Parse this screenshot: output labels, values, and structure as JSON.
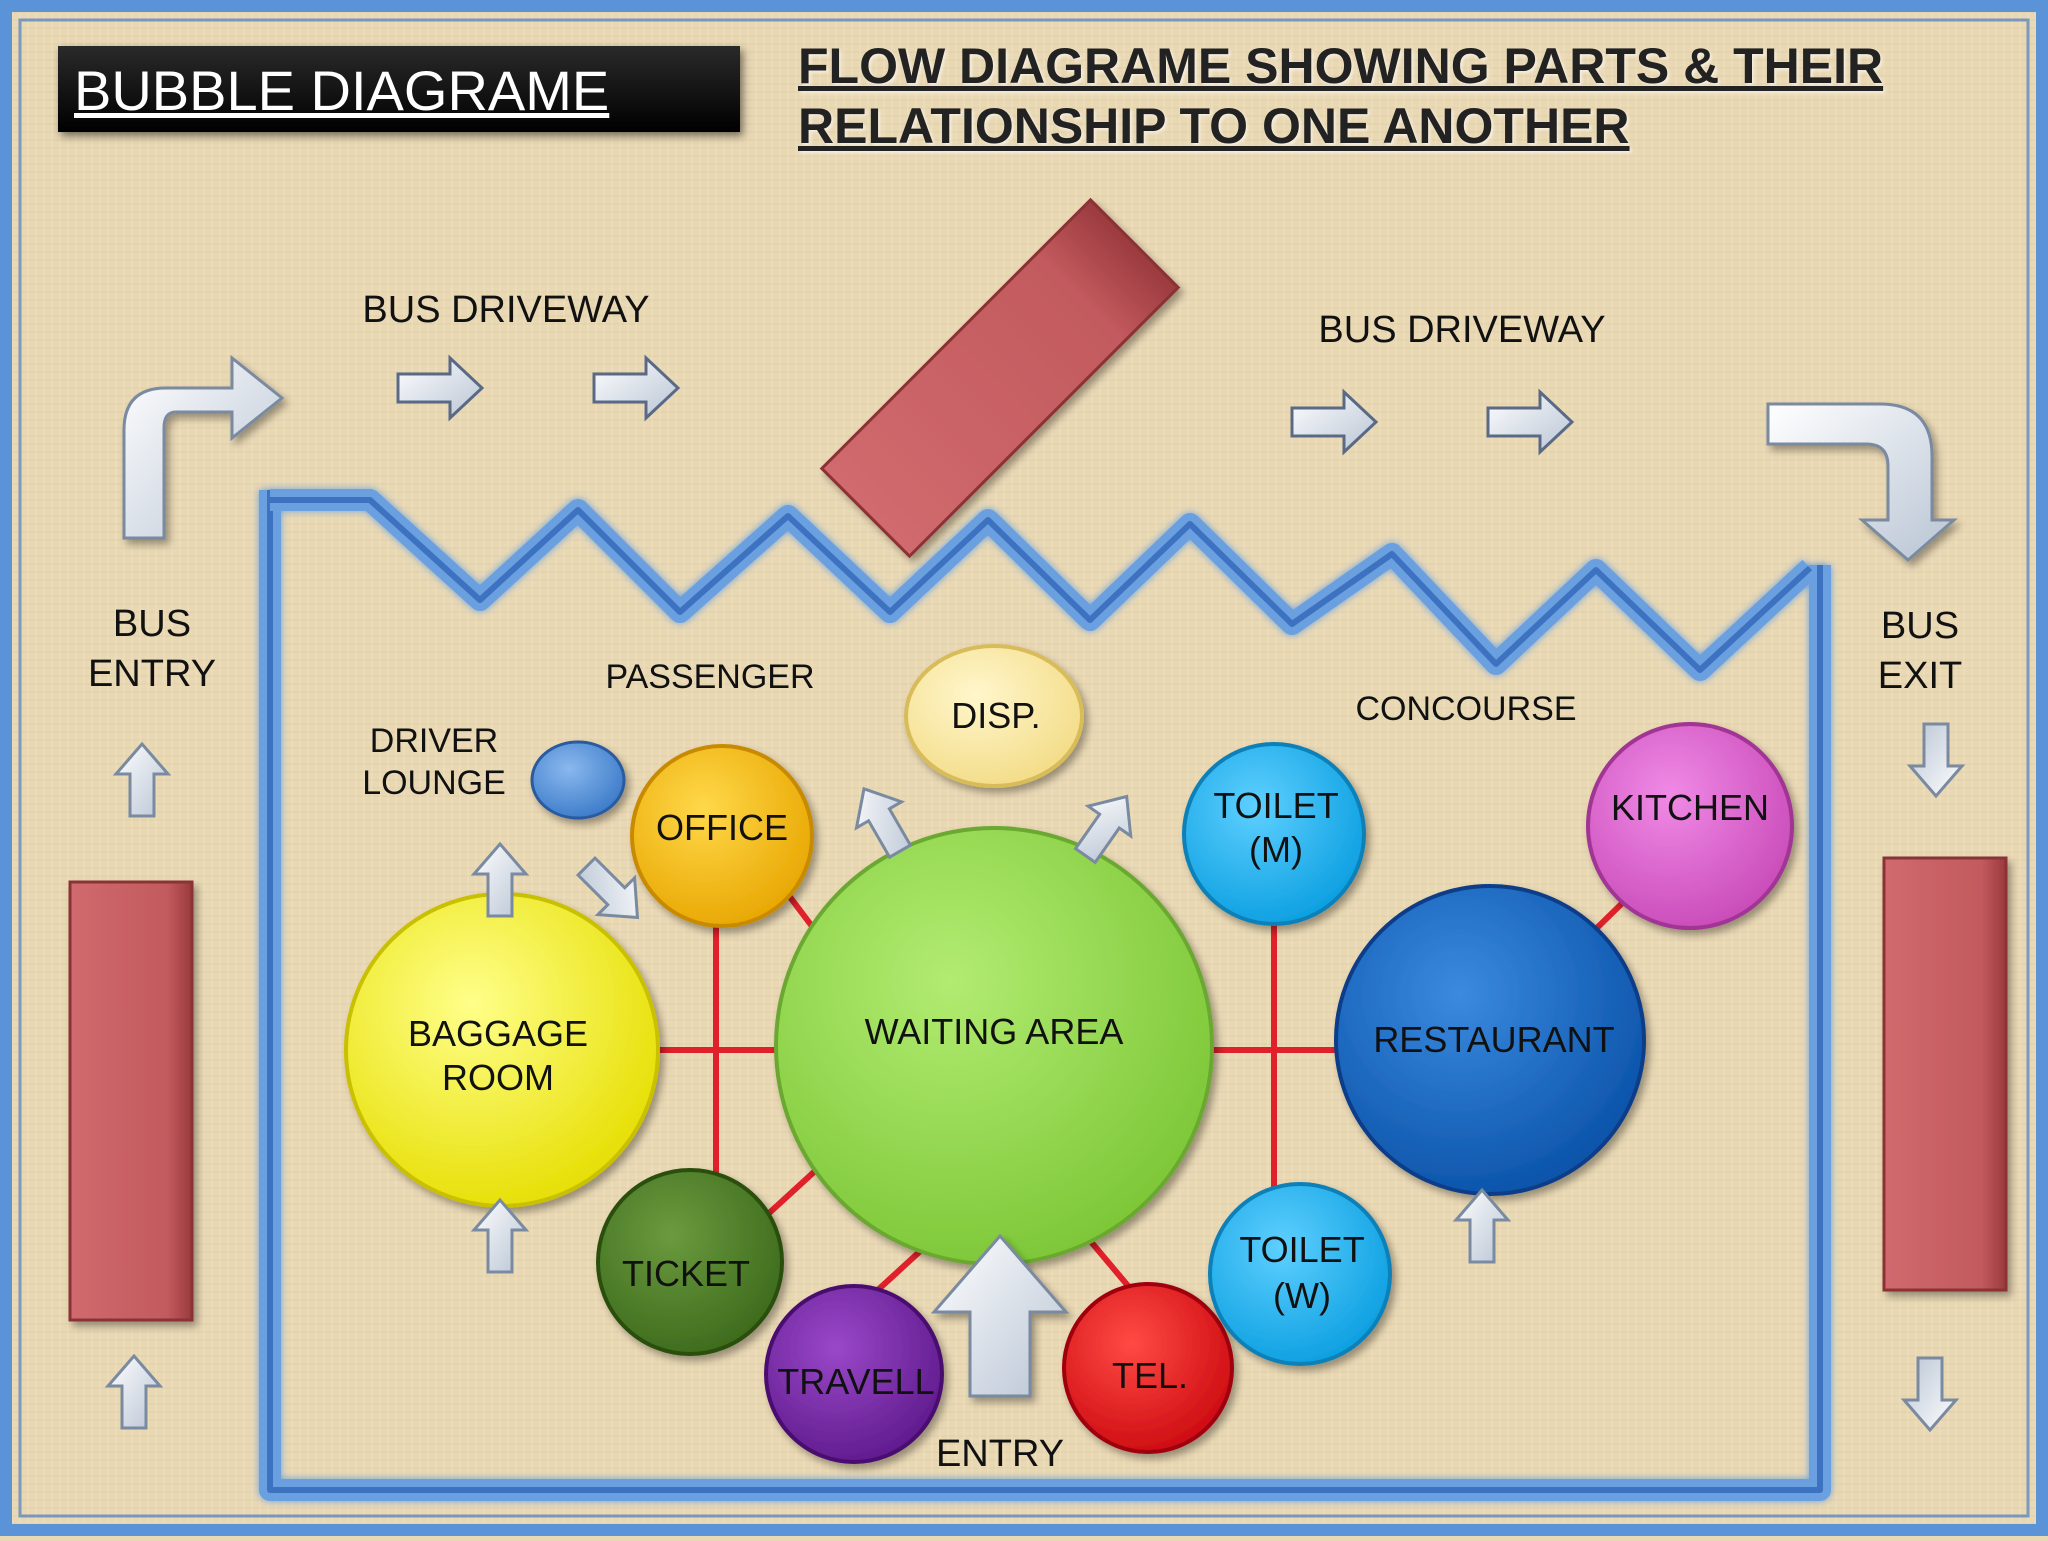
{
  "header": {
    "title": "BUBBLE DIAGRAME",
    "subtitle_line1": "FLOW DIAGRAME SHOWING PARTS & THEIR",
    "subtitle_line2": "RELATIONSHIP TO ONE ANOTHER"
  },
  "labels": {
    "bus_driveway_left": "BUS DRIVEWAY",
    "bus_driveway_right": "BUS DRIVEWAY",
    "bus_entry_line1": "BUS",
    "bus_entry_line2": "ENTRY",
    "bus_exit_line1": "BUS",
    "bus_exit_line2": "EXIT",
    "passenger": "PASSENGER",
    "concourse": "CONCOURSE",
    "driver_lounge_line1": "DRIVER",
    "driver_lounge_line2": "LOUNGE",
    "entry": "ENTRY"
  },
  "bubbles": {
    "disp": "DISP.",
    "office": "OFFICE",
    "baggage_line1": "BAGGAGE",
    "baggage_line2": "ROOM",
    "waiting": "WAITING AREA",
    "ticket": "TICKET",
    "travell": "TRAVELL",
    "tel": "TEL.",
    "toilet_m_line1": "TOILET",
    "toilet_m_line2": "(M)",
    "toilet_w_line1": "TOILET",
    "toilet_w_line2": "(W)",
    "restaurant": "RESTAURANT",
    "kitchen": "KITCHEN"
  },
  "colors": {
    "background": "#e9d8b4",
    "frame_blue": "#5b93d8",
    "bus_red": "#c25a5e",
    "link_red": "#e0202a",
    "baggage": "#f7f000",
    "office": "#f5b800",
    "waiting": "#8fd646",
    "ticket": "#4b7a28",
    "travell": "#7a2aa6",
    "tel": "#e8141a",
    "disp": "#fbeaa2",
    "toilet": "#1ab4f0",
    "restaurant": "#1466c6",
    "kitchen": "#e063d4",
    "driver_lounge": "#5a96d8"
  }
}
